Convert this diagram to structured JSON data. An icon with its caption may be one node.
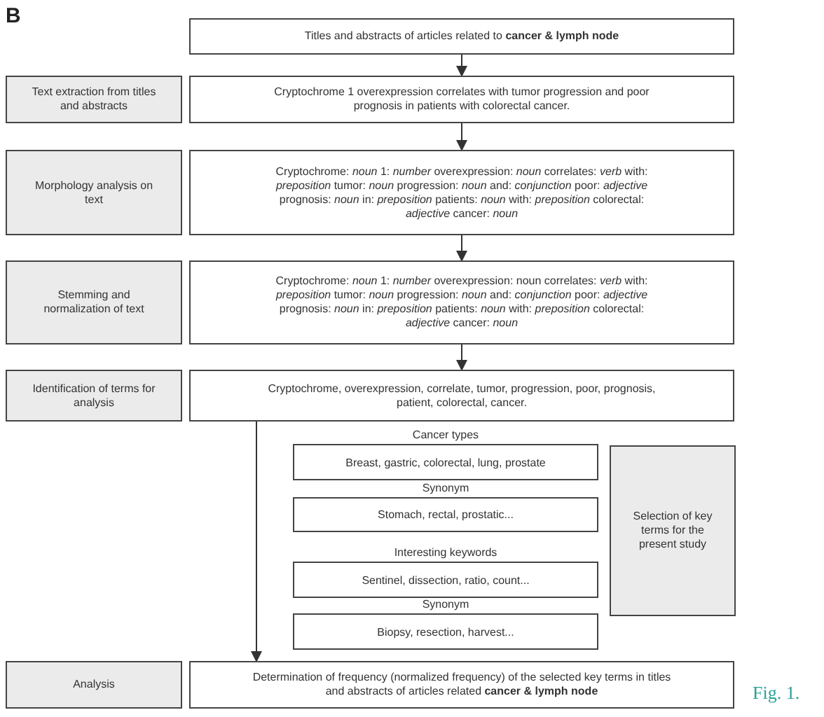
{
  "diagram": {
    "nodes": [
      {
        "text": [
          "Titles and abstracts of articles related to **cancer & lymph node**"
        ]
      },
      {
        "text": [
          "Text extraction from titles and abstracts"
        ]
      },
      {
        "text": [
          "Cryptochrome 1 overexpression correlates with tumor progression and poor prognosis in patients with colorectal cancer."
        ]
      },
      {
        "text": [
          "Morphology analysis on text"
        ]
      },
      {
        "text": [
          "Cryptochrome: *noun* 1: *number* overexpression: *noun* correlates: *verb* with: *preposition* tumor: *noun* progression: *noun* and: *conjunction* poor: *adjective* prognosis: *noun* in: *preposition* patients: *noun* with: *preposition* colorectal: *adjective* cancer: *noun*"
        ]
      },
      {
        "text": [
          "Stemming and normalization of text"
        ]
      },
      {
        "text": [
          "Cryptochrome: *noun* 1: *number* overexpression: noun correlates: *verb* with: *preposition* tumor: *noun* progression: *noun* and: *conjunction* poor: *adjective* prognosis: *noun* in: *preposition* patients: *noun* with: *preposition* colorectal: *adjective* cancer: *noun*"
        ]
      },
      {
        "text": [
          "Identification of terms for analysis"
        ]
      },
      {
        "text": [
          "Cryptochrome, overexpression, correlate, tumor, progression, poor, prognosis, patient, colorectal, cancer."
        ]
      },
      {
        "text": [
          "Cancer types",
          "Breast, gastric, colorectal, lung, prostate"
        ]
      },
      {
        "text": [
          "Synonym",
          "Stomach, rectal, prostatic..."
        ]
      },
      {
        "text": [
          "Interesting keywords",
          "Sentinel, dissection, ratio, count..."
        ]
      },
      {
        "text": [
          "Synonym",
          "Biopsy, resection, harvest..."
        ]
      },
      {
        "text": [
          "Selection of key terms for the present study"
        ]
      },
      {
        "text": [
          "Analysis"
        ]
      },
      {
        "text": [
          "Determination of frequency (normalized frequency) of the selected key terms in titles and abstracts of articles related **cancer & lymph node**"
        ]
      }
    ],
    "edges": [
      {
        "from": 0,
        "to": 2,
        "arrow": "to"
      },
      {
        "from": 2,
        "to": 4,
        "arrow": "to"
      },
      {
        "from": 4,
        "to": 6,
        "arrow": "to"
      },
      {
        "from": 6,
        "to": 8,
        "arrow": "to"
      },
      {
        "from": 8,
        "to": 15,
        "arrow": "to"
      }
    ],
    "labels": [
      "B",
      "Fig. 1."
    ]
  }
}
